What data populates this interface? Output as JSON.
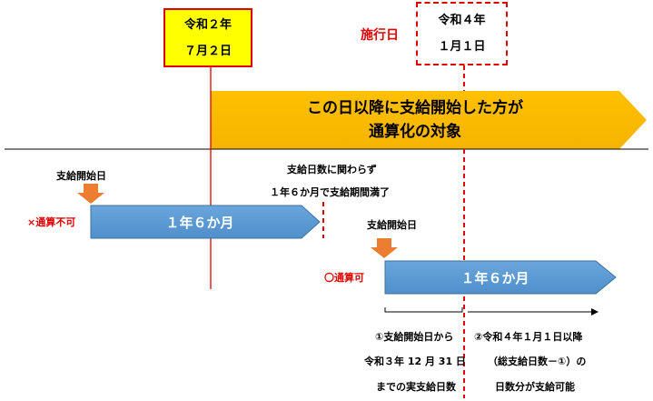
{
  "dates": {
    "reiwa2_line1": "令和２年",
    "reiwa2_line2": "７月２日",
    "effective_label": "施行日",
    "reiwa4_line1": "令和４年",
    "reiwa4_line2": "１月１日"
  },
  "banner": {
    "line1": "この日以降に支給開始した方が",
    "line2": "通算化の対象"
  },
  "case_not_allowed": {
    "start_label": "支給開始日",
    "status": "×通算不可",
    "duration": "１年６か月"
  },
  "middle_note": {
    "line1": "支給日数に関わらず",
    "line2": "１年６か月で支給期間満了"
  },
  "case_allowed": {
    "start_label": "支給開始日",
    "status": "〇通算可",
    "duration": "１年６か月"
  },
  "footnote_left": {
    "line1": "①支給開始日から",
    "line2": "令和３年 12 月 31 日",
    "line3": "までの実支給日数"
  },
  "footnote_right": {
    "line1": "②令和４年１月１日以降",
    "line2": "（総支給日数－①）の",
    "line3": "日数分が支給可能"
  },
  "colors": {
    "banner": "#ffc000",
    "bar": "#5b9bd5",
    "start_arrow": "#ed7d31",
    "date_highlight": "#ffff00",
    "accent_red": "#e00000"
  }
}
